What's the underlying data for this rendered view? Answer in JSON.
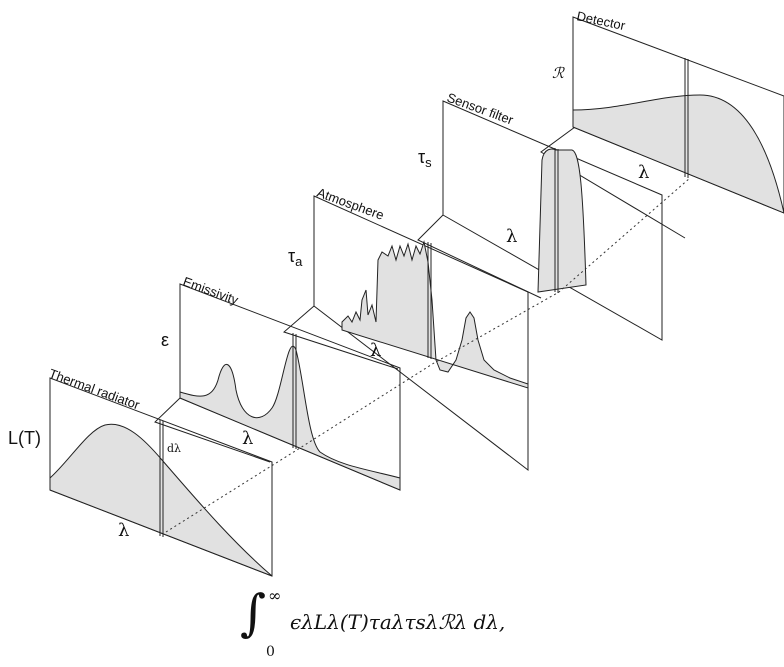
{
  "panels": [
    {
      "title": "Thermal radiator",
      "ylabel": "L(T)",
      "xlabel": "λ",
      "band_label": "dλ"
    },
    {
      "title": "Emissivity",
      "ylabel": "ε",
      "xlabel": "λ"
    },
    {
      "title": "Atmosphere",
      "ylabel": "τ",
      "ylabel_sub": "a",
      "xlabel": "λ"
    },
    {
      "title": "Sensor filter",
      "ylabel": "τ",
      "ylabel_sub": "s",
      "xlabel": "λ"
    },
    {
      "title": "Detector",
      "ylabel": "ℛ",
      "xlabel": "λ"
    }
  ],
  "formula": {
    "integral": "∫",
    "upper": "∞",
    "lower": "0",
    "integrand": "ϵλLλ(T)τaλτsλℛλ dλ,"
  }
}
